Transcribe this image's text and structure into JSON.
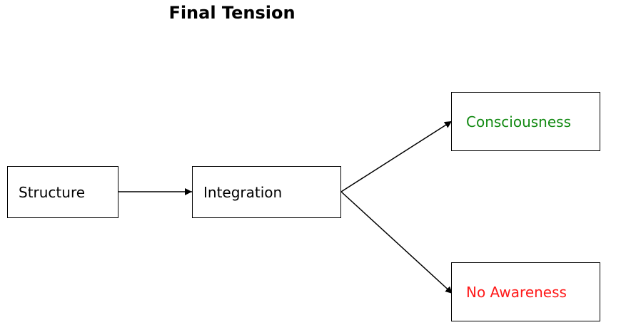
{
  "title": "Final Tension",
  "colors": {
    "line": "#000000",
    "text": "#000000",
    "consciousness": "#138a13",
    "no_awareness": "#ff1a1a"
  },
  "nodes": {
    "structure": {
      "label": "Structure"
    },
    "integration": {
      "label": "Integration"
    },
    "consciousness": {
      "label": "Consciousness"
    },
    "no_awareness": {
      "label": "No Awareness"
    }
  },
  "edges": [
    {
      "from": "Structure",
      "to": "Integration"
    },
    {
      "from": "Integration",
      "to": "Consciousness"
    },
    {
      "from": "Integration",
      "to": "No Awareness"
    }
  ]
}
